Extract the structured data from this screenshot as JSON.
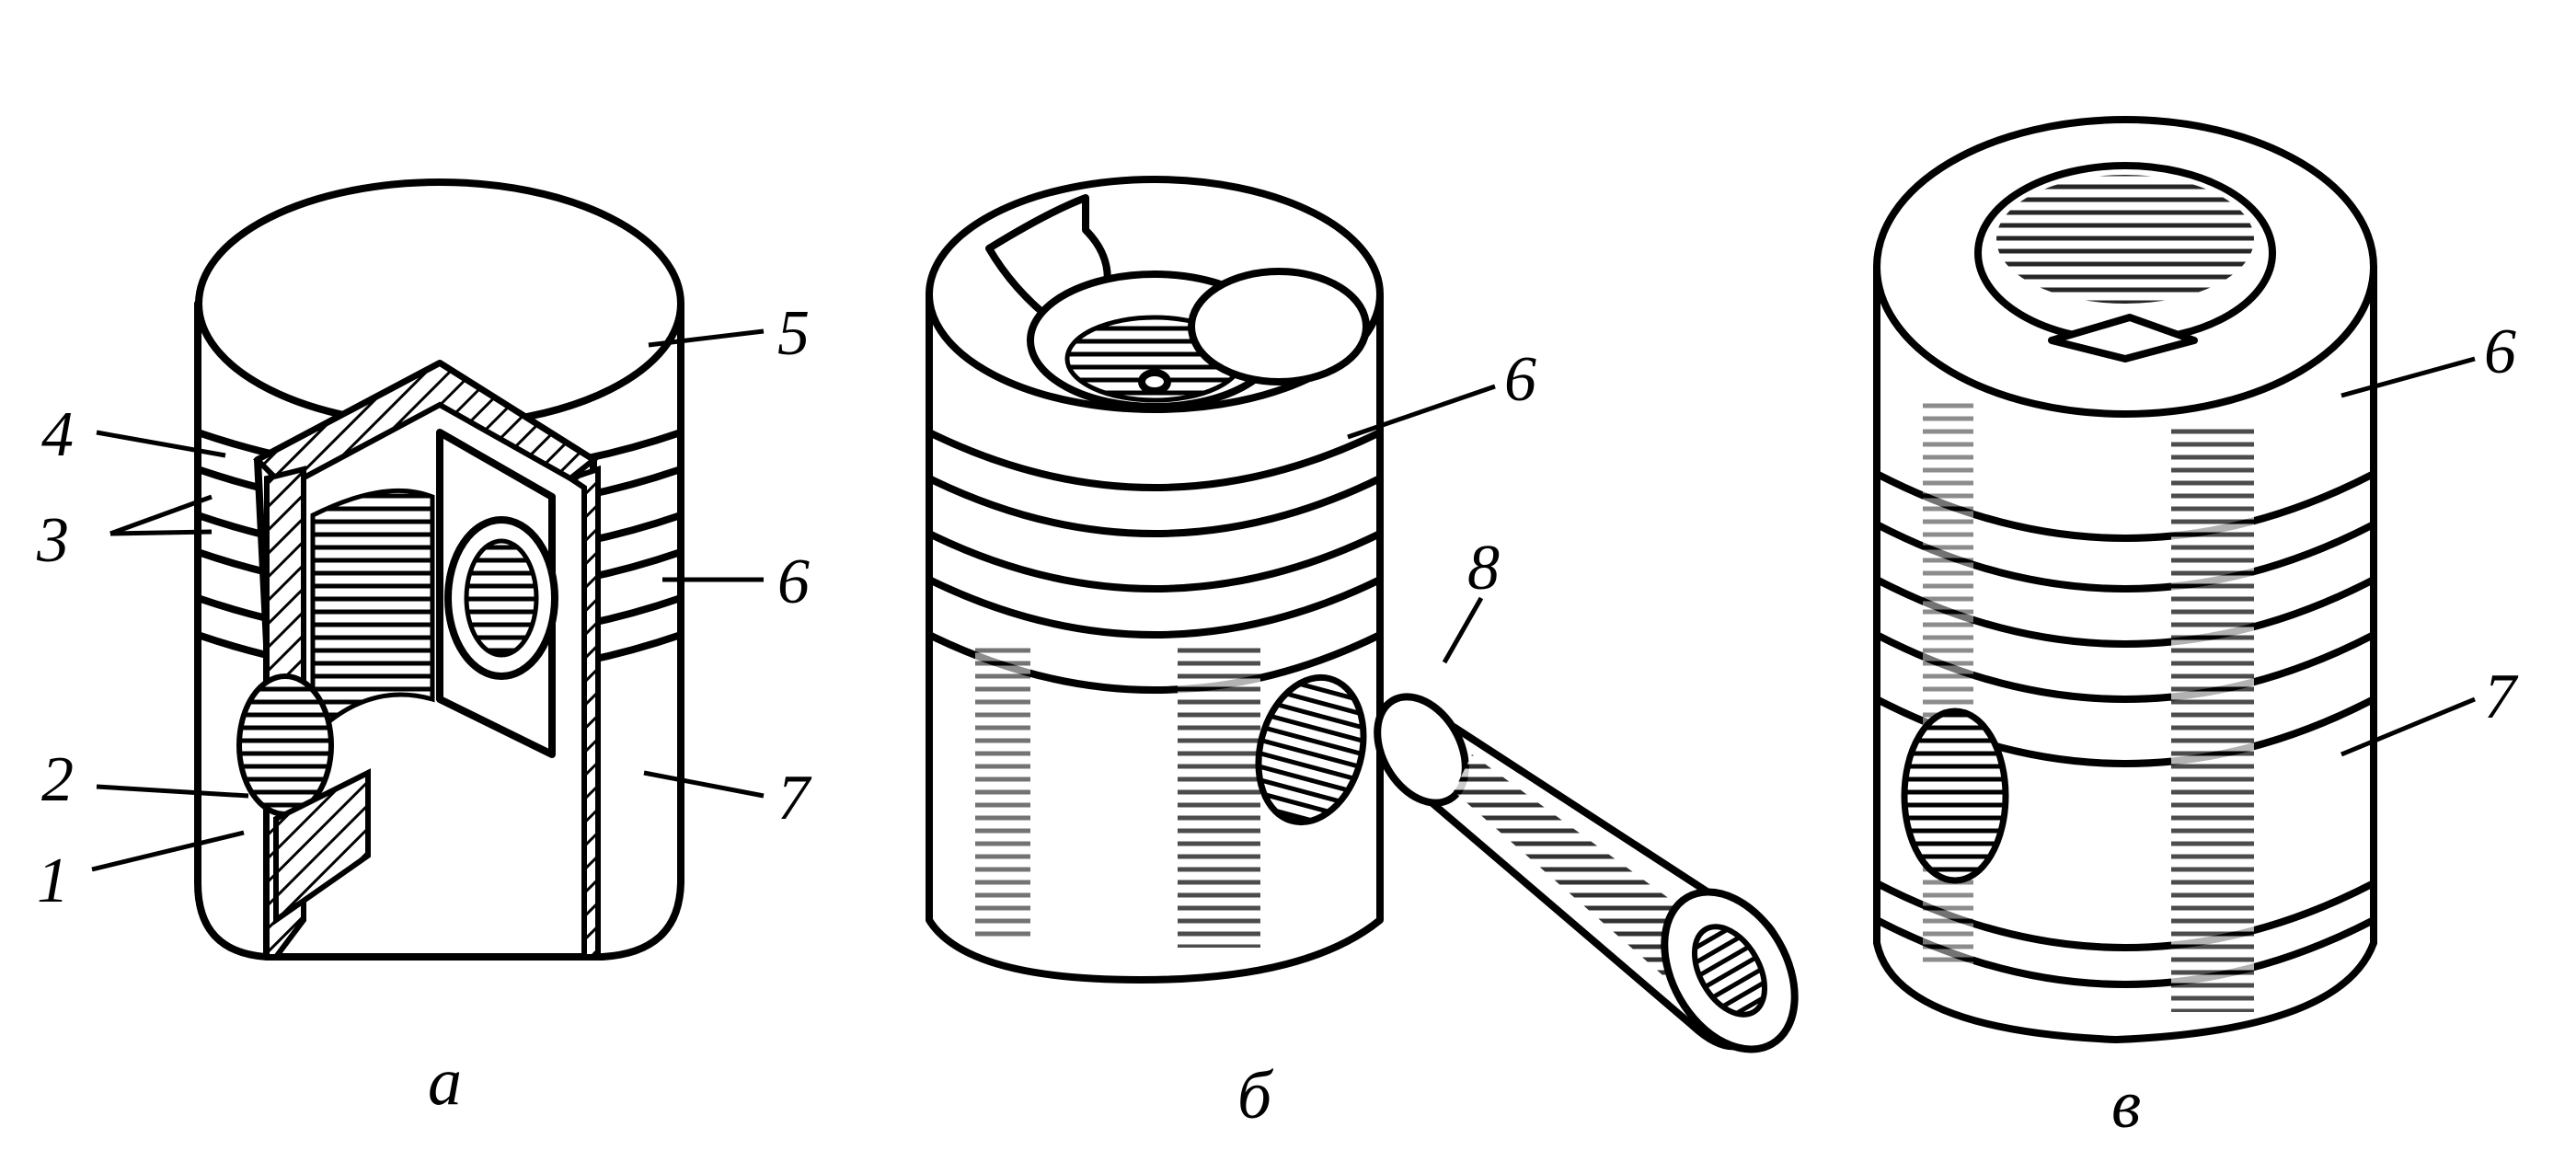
{
  "diagram": {
    "panels": [
      {
        "id": "a",
        "caption": "a",
        "callouts": [
          "1",
          "2",
          "3",
          "4",
          "5",
          "6",
          "7"
        ]
      },
      {
        "id": "b",
        "caption": "б",
        "callouts": [
          "6",
          "8"
        ]
      },
      {
        "id": "v",
        "caption": "в",
        "callouts": [
          "6",
          "7"
        ]
      }
    ]
  },
  "colors": {
    "ink": "#000000",
    "paper": "#ffffff"
  }
}
